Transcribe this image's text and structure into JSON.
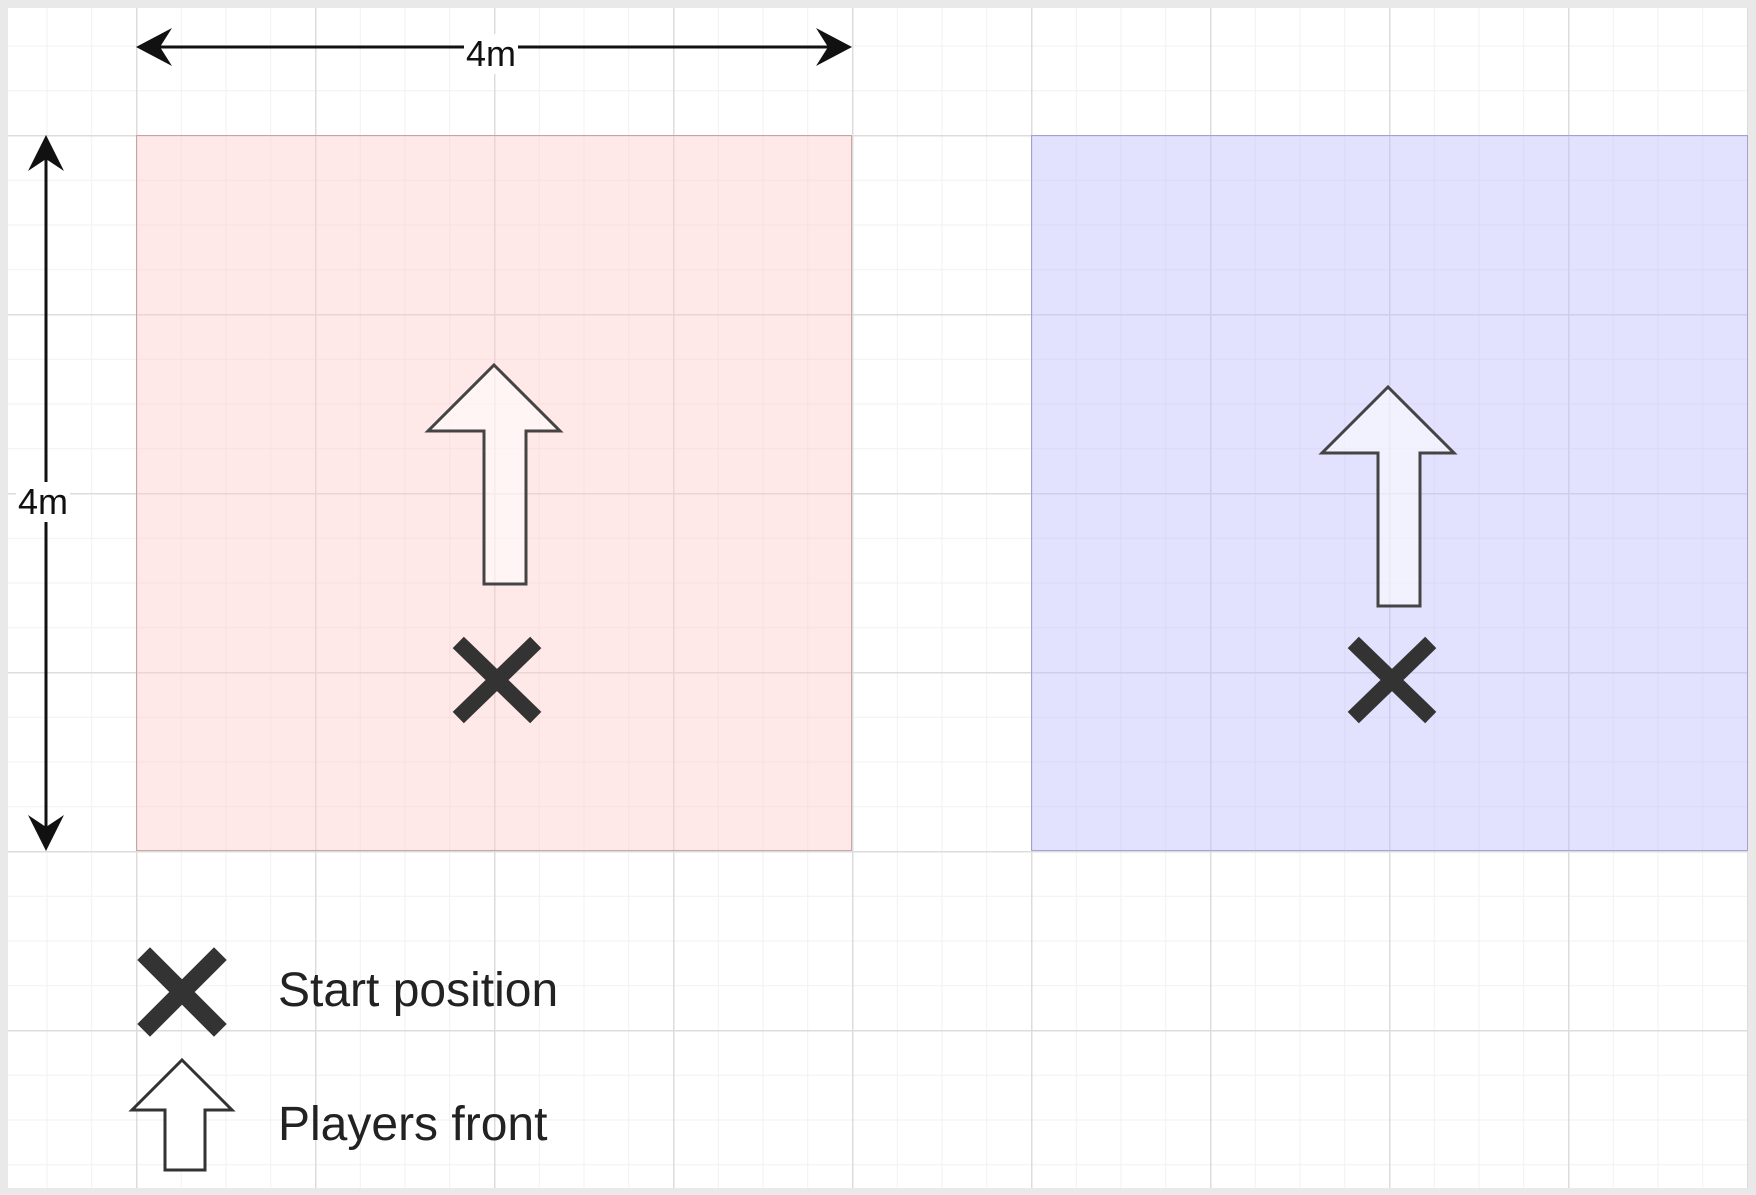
{
  "dimensions": {
    "width_label": "4m",
    "height_label": "4m"
  },
  "zones": [
    {
      "name": "zone-left",
      "fill": "#fde6e6"
    },
    {
      "name": "zone-right",
      "fill": "#e2e2fc"
    }
  ],
  "legend": {
    "start_position_label": "Start position",
    "players_front_label": "Players front"
  },
  "icons": {
    "start_marker": "x-cross-icon",
    "front_marker": "up-arrow-icon"
  },
  "colors": {
    "zone_left": "#fde6e6",
    "zone_right": "#e2e2fc",
    "marker": "#333333"
  }
}
